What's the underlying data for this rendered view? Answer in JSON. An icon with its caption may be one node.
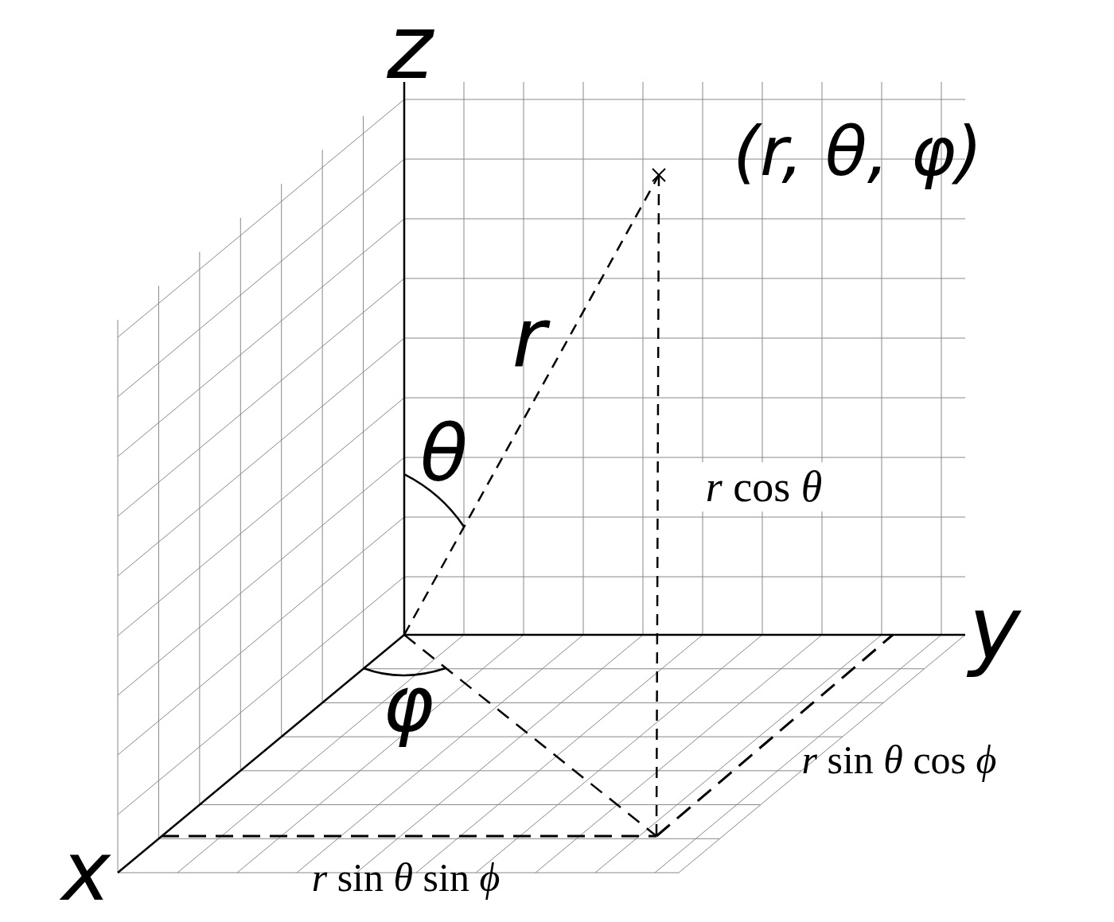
{
  "diagram": {
    "labels": [
      "z",
      "(*r*, *θ*, *φ*)",
      "r",
      "θ",
      "*r* cos *θ*",
      "y",
      "φ",
      "*r* sin *θ* cos *ϕ*",
      "x",
      "*r* sin *θ* sin *ϕ*"
    ]
  }
}
